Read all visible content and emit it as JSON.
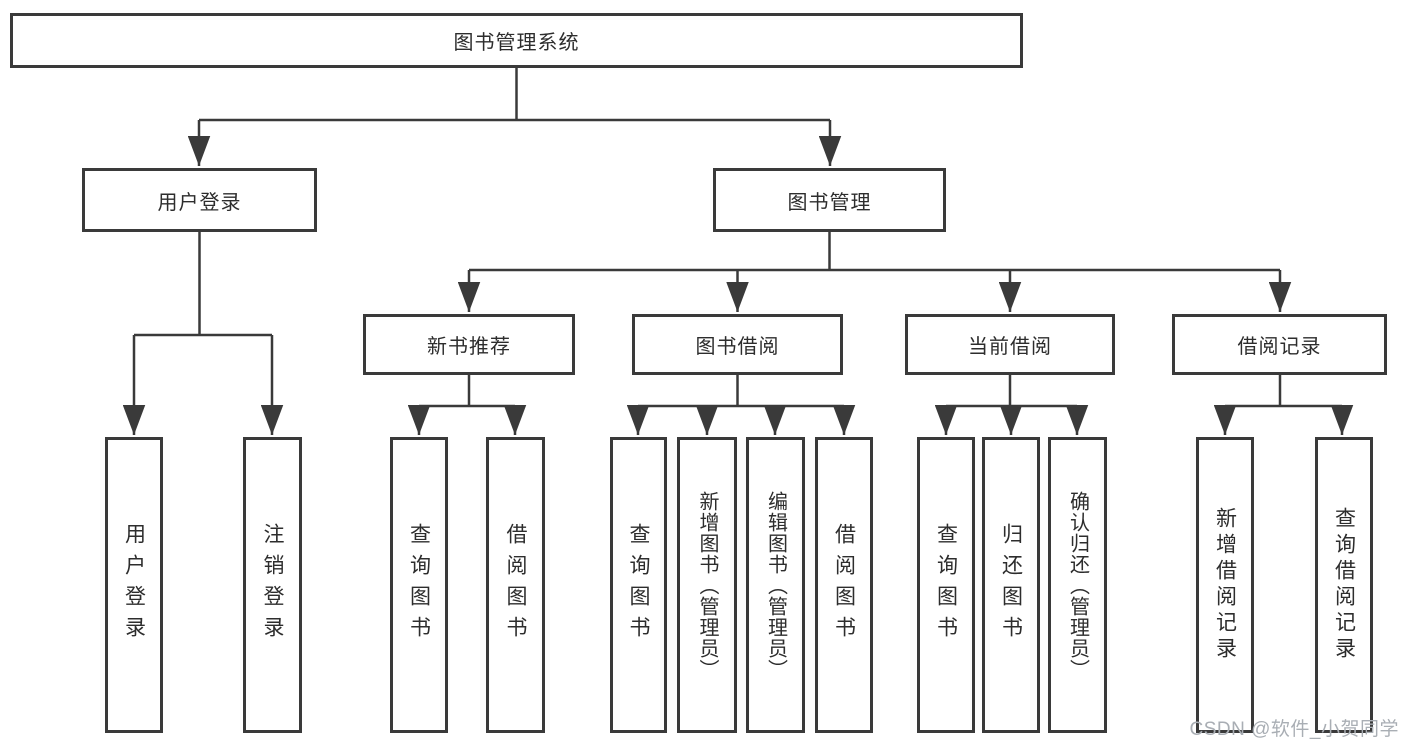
{
  "diagram": {
    "title": "图书管理系统",
    "level2": {
      "user_login": "用户登录",
      "book_management": "图书管理"
    },
    "level3": {
      "new_book_recommend": "新书推荐",
      "book_borrow": "图书借阅",
      "current_borrow": "当前借阅",
      "borrow_record": "借阅记录"
    },
    "leaves": {
      "user_login": [
        "用户登录",
        "注销登录"
      ],
      "new_book_recommend": [
        "查询图书",
        "借阅图书"
      ],
      "book_borrow": [
        "查询图书",
        "新增图书（管理员）",
        "编辑图书（管理员）",
        "借阅图书"
      ],
      "current_borrow": [
        "查询图书",
        "归还图书",
        "确认归还（管理员）"
      ],
      "borrow_record": [
        "新增借阅记录",
        "查询借阅记录"
      ]
    },
    "watermark": "CSDN @软件_小贺同学",
    "colors": {
      "line": "#3a3a3a",
      "box_border": "#3a3a3a",
      "text": "#2d2d2d",
      "watermark": "#a9aeb4",
      "background": "#ffffff"
    }
  }
}
